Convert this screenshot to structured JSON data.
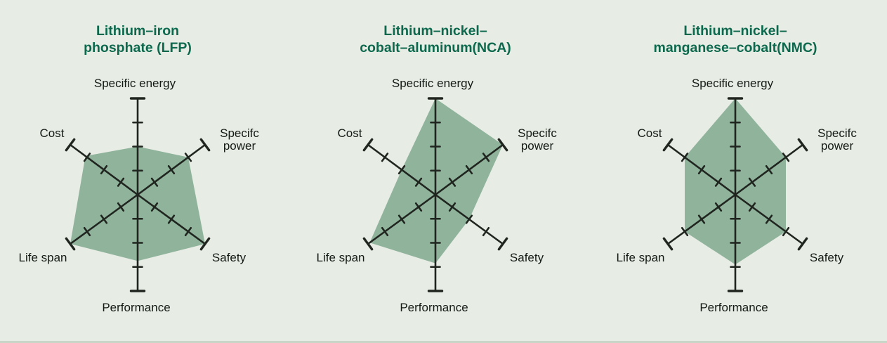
{
  "colors": {
    "background": "#e7ece5",
    "polygon_fill": "#90b39c",
    "axis_line": "#20261f",
    "title_text": "#0d694d",
    "label_text": "#141a15",
    "bottom_edge": "#c9d5c7"
  },
  "chart_data": [
    {
      "type": "radar",
      "title_lines": [
        "Lithium–iron",
        "phosphate (LFP)"
      ],
      "axis_range": [
        0,
        4
      ],
      "tick_values": [
        1,
        2,
        3
      ],
      "scale_max": 4,
      "legend": "none",
      "grid": "ticks-only",
      "axes": [
        {
          "key": "specific_energy",
          "label": "Specific energy",
          "value": 2
        },
        {
          "key": "specifc_power",
          "label": "Specifc power",
          "value": 3
        },
        {
          "key": "safety",
          "label": "Safety",
          "value": 4
        },
        {
          "key": "performance",
          "label": "Performance",
          "value": 2.75
        },
        {
          "key": "life_span",
          "label": "Life span",
          "value": 4
        },
        {
          "key": "cost",
          "label": "Cost",
          "value": 3.1
        }
      ]
    },
    {
      "type": "radar",
      "title_lines": [
        "Lithium–nickel–",
        "cobalt–aluminum(NCA)"
      ],
      "axis_range": [
        0,
        4
      ],
      "tick_values": [
        1,
        2,
        3
      ],
      "scale_max": 4,
      "legend": "none",
      "grid": "ticks-only",
      "axes": [
        {
          "key": "specific_energy",
          "label": "Specific energy",
          "value": 4
        },
        {
          "key": "specifc_power",
          "label": "Specifc power",
          "value": 4
        },
        {
          "key": "safety",
          "label": "Safety",
          "value": 2
        },
        {
          "key": "performance",
          "label": "Performance",
          "value": 2.85
        },
        {
          "key": "life_span",
          "label": "Life span",
          "value": 3.9
        },
        {
          "key": "cost",
          "label": "Cost",
          "value": 2
        }
      ]
    },
    {
      "type": "radar",
      "title_lines": [
        "Lithium–nickel–",
        "manganese–cobalt(NMC)"
      ],
      "axis_range": [
        0,
        4
      ],
      "tick_values": [
        1,
        2,
        3
      ],
      "scale_max": 4,
      "legend": "none",
      "grid": "ticks-only",
      "axes": [
        {
          "key": "specific_energy",
          "label": "Specific energy",
          "value": 4
        },
        {
          "key": "specifc_power",
          "label": "Specifc power",
          "value": 3
        },
        {
          "key": "safety",
          "label": "Safety",
          "value": 3
        },
        {
          "key": "performance",
          "label": "Performance",
          "value": 2.9
        },
        {
          "key": "life_span",
          "label": "Life span",
          "value": 3
        },
        {
          "key": "cost",
          "label": "Cost",
          "value": 3
        }
      ]
    }
  ]
}
